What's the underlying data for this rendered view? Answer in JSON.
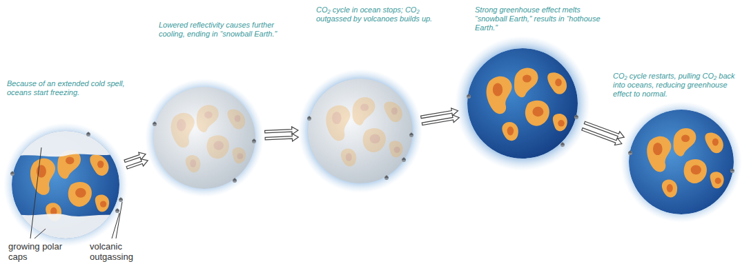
{
  "diagram": {
    "nodes": [
      {
        "text": [
          "Because of an extended cold spell, oceans start freezing."
        ]
      },
      {
        "text": [
          "Lowered reflectivity causes further cooling, ending in “snowball Earth.”"
        ]
      },
      {
        "text": [
          "CO₂ cycle in ocean stops; CO₂ outgassed by volcanoes builds up."
        ]
      },
      {
        "text": [
          "Strong greenhouse effect melts “snowball Earth,” results in “hothouse Earth.”"
        ]
      },
      {
        "text": [
          "CO₂ cycle restarts, pulling CO₂ back into oceans, reducing greenhouse effect to normal."
        ]
      }
    ],
    "edges": [
      {
        "from": 0,
        "to": 1,
        "arrow": "to"
      },
      {
        "from": 1,
        "to": 2,
        "arrow": "to"
      },
      {
        "from": 2,
        "to": 3,
        "arrow": "to"
      },
      {
        "from": 3,
        "to": 4,
        "arrow": "to"
      }
    ],
    "labels": [
      "growing polar caps",
      "volcanic outgassing"
    ]
  }
}
